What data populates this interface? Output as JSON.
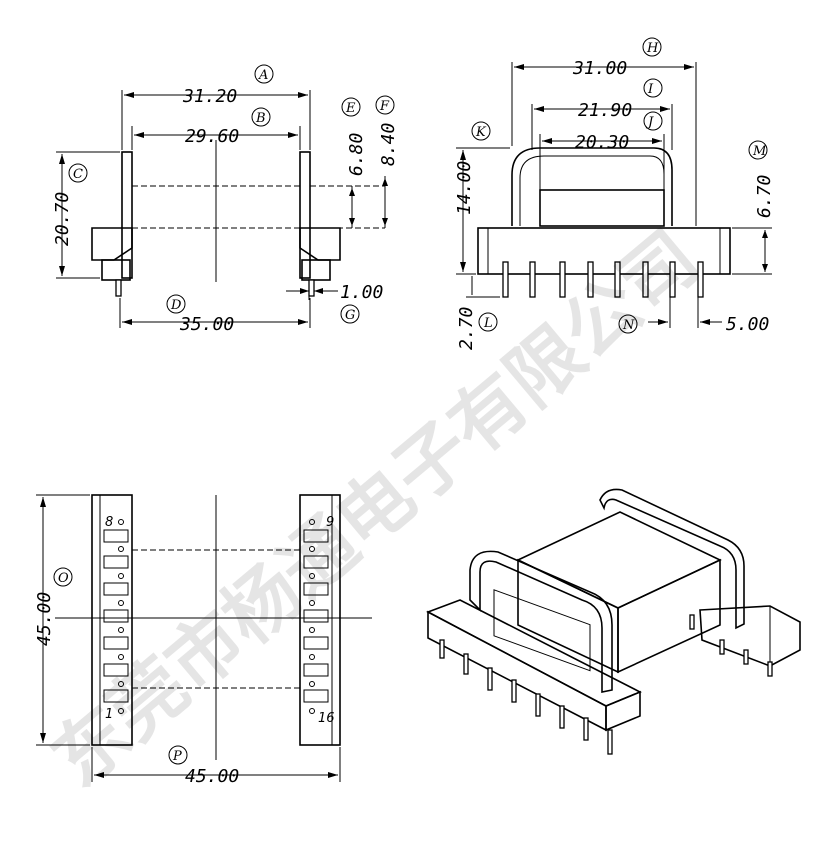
{
  "front_view": {
    "dims": {
      "A": "31.20",
      "B": "29.60",
      "C": "20.70",
      "D": "35.00",
      "E": "6.80",
      "F": "8.40",
      "G": "1.00"
    },
    "labels": {
      "A": "A",
      "B": "B",
      "C": "C",
      "D": "D",
      "E": "E",
      "F": "F",
      "G": "G"
    }
  },
  "side_view": {
    "dims": {
      "H": "31.00",
      "I": "21.90",
      "J": "20.30",
      "K": "14.00",
      "L": "2.70",
      "M": "6.70",
      "N": "5.00"
    },
    "labels": {
      "H": "H",
      "I": "I",
      "J": "J",
      "K": "K",
      "L": "L",
      "M": "M",
      "N": "N"
    }
  },
  "bottom_view": {
    "dims": {
      "O": "45.00",
      "P": "45.00"
    },
    "labels": {
      "O": "O",
      "P": "P"
    },
    "pins": {
      "p8": "8",
      "p9": "9",
      "p1": "1",
      "p16": "16"
    }
  },
  "watermark": "东莞市杨通电子有限公司"
}
